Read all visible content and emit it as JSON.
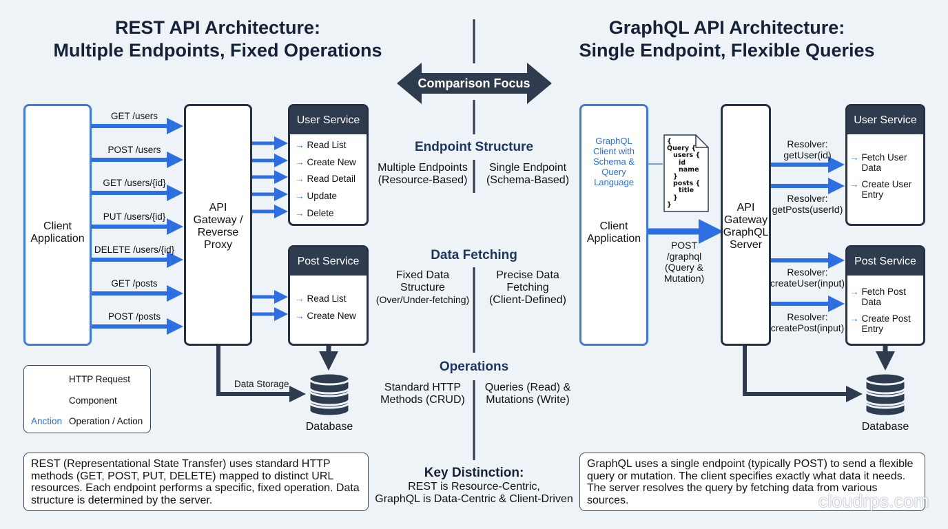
{
  "rest": {
    "title_line1": "REST API Architecture:",
    "title_line2": "Multiple Endpoints, Fixed Operations",
    "client": {
      "line1": "Client",
      "line2": "Application"
    },
    "gateway": {
      "line1": "API",
      "line2": "Gateway /",
      "line3": "Reverse",
      "line4": "Proxy"
    },
    "requests": [
      "GET /users",
      "POST /users",
      "GET /users/{id}",
      "PUT /users/{id}",
      "DELETE /users/{id}",
      "GET /posts",
      "POST /posts"
    ],
    "user_service": {
      "title": "User Service",
      "ops": [
        "Read List",
        "Create New",
        "Read Detail",
        "Update",
        "Delete"
      ]
    },
    "post_service": {
      "title": "Post Service",
      "ops": [
        "Read List",
        "Create New"
      ]
    },
    "data_storage_label": "Data Storage",
    "database_label": "Database",
    "legend": {
      "http_request": "HTTP Request",
      "component": "Component",
      "action_sample": "Anction",
      "action_label": "Operation / Action"
    },
    "description": "REST (Representational State Transfer) uses standard HTTP methods (GET, POST, PUT, DELETE) mapped to distinct URL resources. Each endpoint performs a specific, fixed operation. Data structure is determined by the server."
  },
  "graphql": {
    "title_line1": "GraphQL API Architecture:",
    "title_line2": "Single Endpoint, Flexible Queries",
    "client_note": {
      "line1": "GraphQL",
      "line2": "Client with",
      "line3": "Schema &",
      "line4": "Query",
      "line5": "Language"
    },
    "client": {
      "line1": "Client",
      "line2": "Application"
    },
    "query_doc": [
      "{",
      "Query {",
      "users {",
      "id",
      "name",
      "}",
      "posts {",
      "title",
      "}",
      "}"
    ],
    "post_label": {
      "line1": "POST",
      "line2": "/graphql",
      "line3": "(Query &",
      "line4": "Mutation)"
    },
    "gateway": {
      "line1": "API",
      "line2": "Gateway",
      "line3": "GraphQL",
      "line4": "Server"
    },
    "resolvers": [
      {
        "line1": "Resolver:",
        "line2": "getUser(id)"
      },
      {
        "line1": "Resolver:",
        "line2": "getPosts(userId)"
      },
      {
        "line1": "Resolver:",
        "line2": "createUser(input)"
      },
      {
        "line1": "Resolver:",
        "line2": "createPost(input)"
      }
    ],
    "user_service": {
      "title": "User Service",
      "ops": [
        {
          "line1": "Fetch User",
          "line2": "Data"
        },
        {
          "line1": "Create User",
          "line2": "Entry"
        }
      ]
    },
    "post_service": {
      "title": "Post Service",
      "ops": [
        {
          "line1": "Fetch Post",
          "line2": "Data"
        },
        {
          "line1": "Create Post",
          "line2": "Entry"
        }
      ]
    },
    "database_label": "Database",
    "description": "GraphQL uses a single endpoint (typically POST) to send a flexible query or mutation. The client specifies exactly what data it needs. The server resolves the query by fetching data from various sources."
  },
  "comparison": {
    "focus_label": "Comparison Focus",
    "sections": [
      {
        "title": "Endpoint Structure",
        "left": {
          "line1": "Multiple Endpoints",
          "line2": "(Resource-Based)"
        },
        "right": {
          "line1": "Single Endpoint",
          "line2": "(Schema-Based)"
        }
      },
      {
        "title": "Data Fetching",
        "left": {
          "line1": "Fixed Data",
          "line2": "Structure",
          "line3": "(Over/Under-fetching)"
        },
        "right": {
          "line1": "Precise Data",
          "line2": "Fetching",
          "line3": "(Client-Defined)"
        }
      },
      {
        "title": "Operations",
        "left": {
          "line1": "Standard HTTP",
          "line2": "Methods (CRUD)"
        },
        "right": {
          "line1": "Queries (Read) &",
          "line2": "Mutations (Write)"
        }
      }
    ],
    "key": {
      "title": "Key Distinction:",
      "line1": "REST is Resource-Centric,",
      "line2": "GraphQL is Data-Centric & Client-Driven"
    }
  },
  "watermark": "cloudrps.com",
  "colors": {
    "accent_blue": "#2d6fe0",
    "dark": "#2f3c4f",
    "border_blue": "#3d7be0",
    "background": "#eef3f8"
  }
}
